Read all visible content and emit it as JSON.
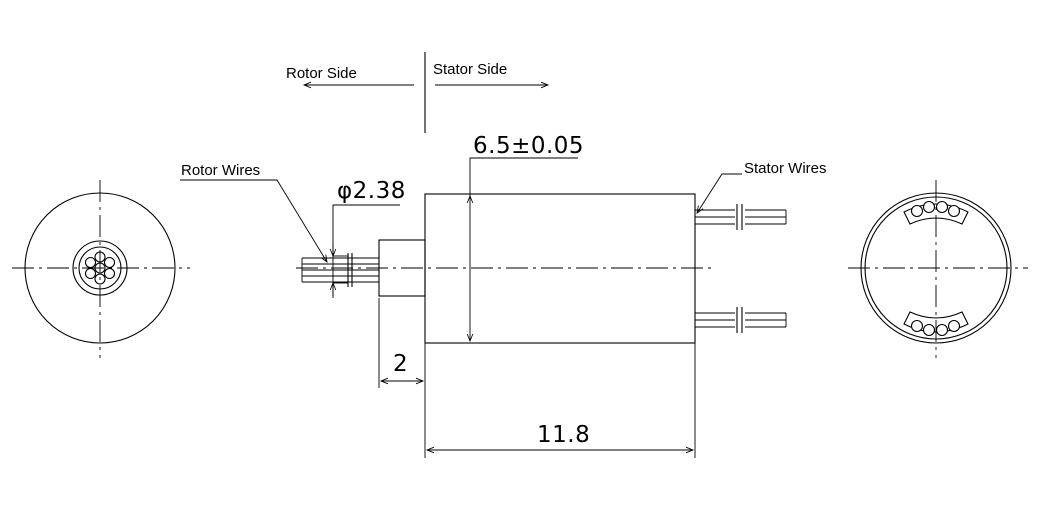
{
  "labels": {
    "rotor_side": "Rotor Side",
    "stator_side": "Stator Side",
    "rotor_wires": "Rotor Wires",
    "stator_wires": "Stator Wires"
  },
  "dimensions": {
    "shaft_diameter": "φ2.38",
    "body_diameter": "6.5±0.05",
    "shaft_length": "2",
    "body_length": "11.8"
  }
}
